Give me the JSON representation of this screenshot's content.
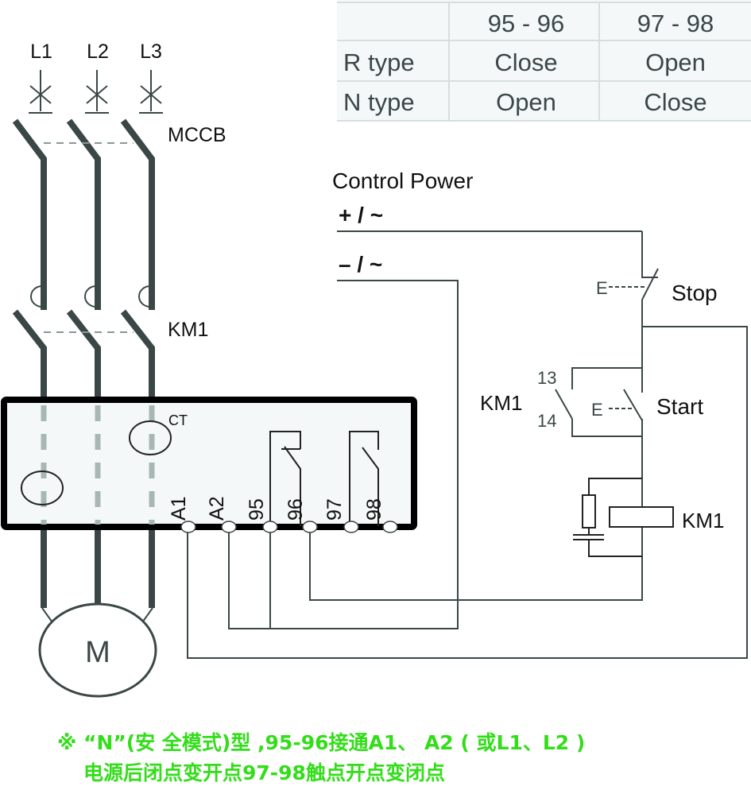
{
  "table": {
    "header": [
      "",
      "95 - 96",
      "97 - 98"
    ],
    "rows": [
      {
        "type": "R type",
        "c95_96": "Close",
        "c97_98": "Open"
      },
      {
        "type": "N type",
        "c95_96": "Open",
        "c97_98": "Close"
      }
    ]
  },
  "phases": [
    "L1",
    "L2",
    "L3"
  ],
  "labels": {
    "mccb": "MCCB",
    "km1_main": "KM1",
    "ct": "CT",
    "motor": "M",
    "control_power": "Control Power",
    "plus": "+ / ~",
    "minus": "– / ~",
    "stop": "Stop",
    "start": "Start",
    "km1_aux": "KM1",
    "aux_13": "13",
    "aux_14": "14",
    "coil": "KM1",
    "e_stop": "E",
    "e_start": "E"
  },
  "terminals": [
    "A1",
    "A2",
    "95",
    "96",
    "97",
    "98"
  ],
  "note": {
    "line1": "※ “N”(安 全模式)型 ,95-96接通A1、 A2 ( 或L1、L2 )",
    "line2": "电源后闭点变开点97-98触点开点变闭点",
    "color": "#33dd1a"
  }
}
